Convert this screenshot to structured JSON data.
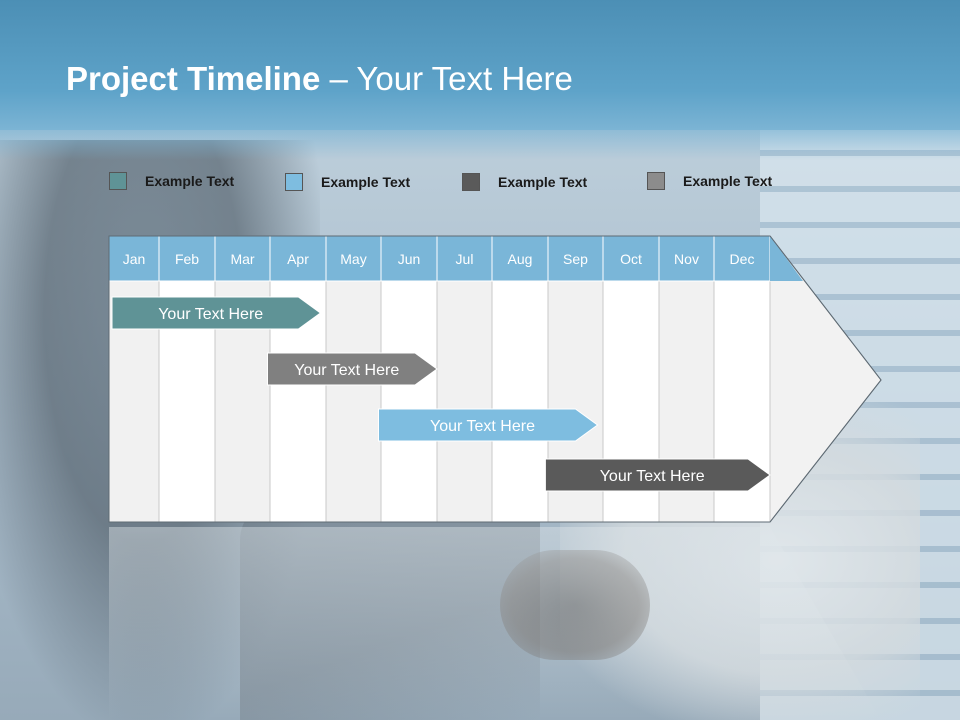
{
  "header": {
    "title_bold": "Project Timeline",
    "title_rest": " – Your Text Here"
  },
  "legend": [
    {
      "label": "Example Text",
      "color": "#5f9396"
    },
    {
      "label": "Example Text",
      "color": "#7ebde0"
    },
    {
      "label": "Example Text",
      "color": "#5a5a5a"
    },
    {
      "label": "Example Text",
      "color": "#8c8c8c"
    }
  ],
  "months": [
    "Jan",
    "Feb",
    "Mar",
    "Apr",
    "May",
    "Jun",
    "Jul",
    "Aug",
    "Sep",
    "Oct",
    "Nov",
    "Dec"
  ],
  "tasks": [
    {
      "label": "Your  Text Here",
      "start": 0,
      "end": 3.9,
      "color": "#5f9396"
    },
    {
      "label": "Your  Text Here",
      "start": 2.9,
      "end": 6,
      "color": "#808080"
    },
    {
      "label": "Your  Text Here",
      "start": 4.9,
      "end": 8.9,
      "color": "#7ebde0"
    },
    {
      "label": "Your  Text Here",
      "start": 7.9,
      "end": 12,
      "color": "#5a5a5a"
    }
  ],
  "colors": {
    "header_band": "#5ea3c9",
    "month_header": "#7ab6d8",
    "grid_light": "#f1f1f1",
    "grid_white": "#ffffff"
  }
}
